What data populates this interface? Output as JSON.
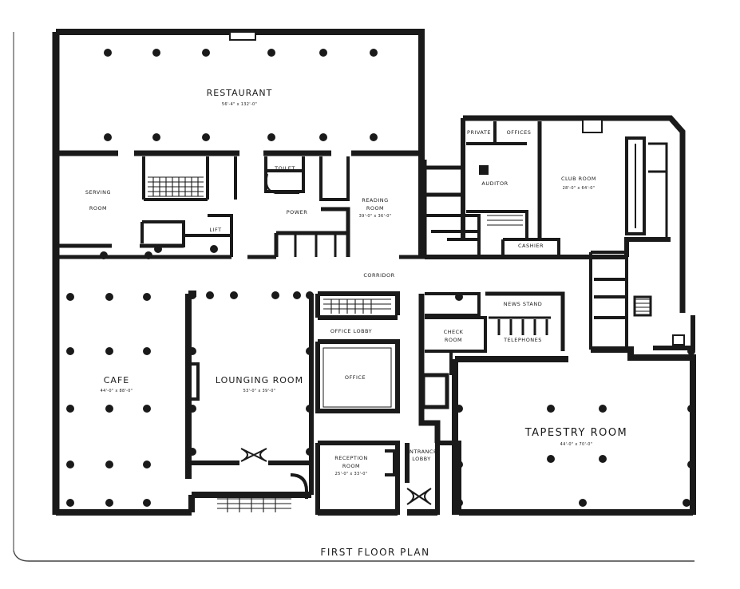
{
  "caption": "FIRST FLOOR PLAN",
  "rooms": {
    "restaurant": {
      "name": "RESTAURANT",
      "dim": "56'-4\" x 132'-0\""
    },
    "serving": {
      "name": "SERVING",
      "name2": "ROOM"
    },
    "reading": {
      "name": "READING",
      "name2": "ROOM",
      "dim": "39'-0\" x 36'-0\""
    },
    "auditor": {
      "name": "AUDITOR"
    },
    "private": {
      "name": "PRIVATE"
    },
    "offices": {
      "name": "OFFICES"
    },
    "club": {
      "name": "CLUB ROOM",
      "dim": "28'-0\" x 64'-0\""
    },
    "corridor": {
      "name": "CORRIDOR"
    },
    "cafe": {
      "name": "CAFE",
      "dim": "44'-0\" x 88'-0\""
    },
    "lounging": {
      "name": "LOUNGING ROOM",
      "dim": "53'-0\" x 39'-0\""
    },
    "office_lobby": {
      "name": "OFFICE LOBBY"
    },
    "office": {
      "name": "OFFICE"
    },
    "reception": {
      "name": "RECEPTION",
      "name2": "ROOM",
      "dim": "25'-0\" x 33'-0\""
    },
    "entrance_lobby": {
      "name": "ENTRANCE",
      "name2": "LOBBY"
    },
    "check": {
      "name": "CHECK",
      "name2": "ROOM"
    },
    "news": {
      "name": "NEWS STAND"
    },
    "telephones": {
      "name": "TELEPHONES"
    },
    "tapestry": {
      "name": "TAPESTRY ROOM",
      "dim": "44'-0\" x 70'-0\""
    },
    "lift": {
      "name": "LIFT"
    },
    "power": {
      "name": "POWER"
    },
    "toilet": {
      "name": "TOILET"
    },
    "cashier": {
      "name": "CASHIER"
    }
  },
  "colors": {
    "ink": "#1a1a1a",
    "paper": "#ffffff"
  }
}
